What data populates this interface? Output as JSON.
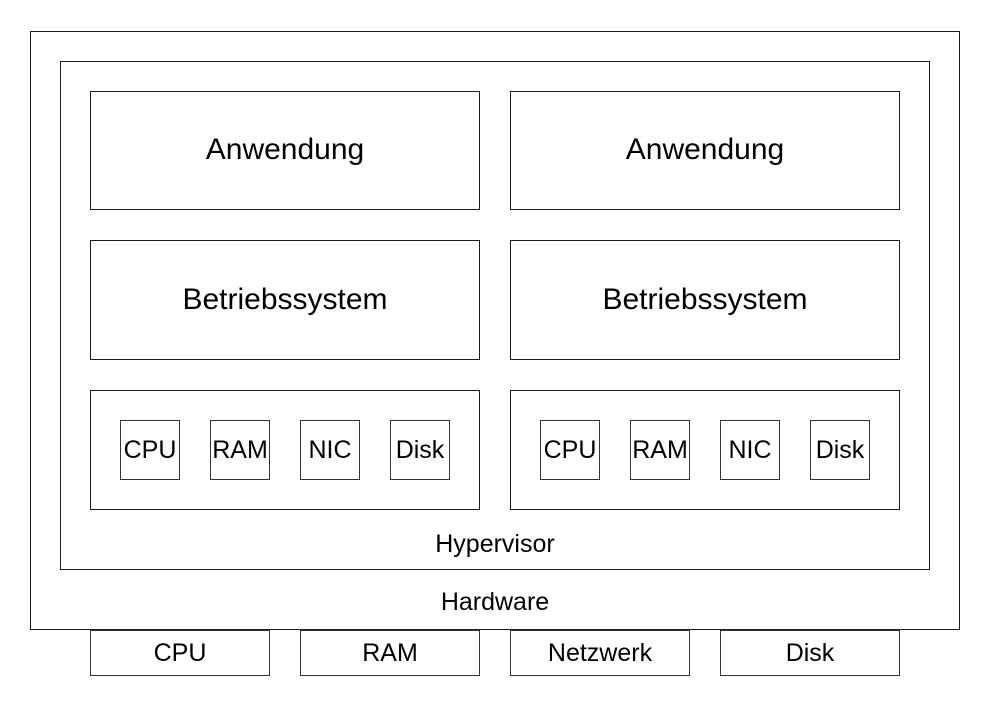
{
  "colors": {
    "background": "#ffffff",
    "border_primary": "#1c1c1c",
    "border_secondary": "#333333",
    "text": "#000000"
  },
  "hardware": {
    "label": "Hardware",
    "hypervisor": {
      "label": "Hypervisor",
      "vms": [
        {
          "application": "Anwendung",
          "os": "Betriebssystem",
          "virtual_devices": [
            "CPU",
            "RAM",
            "NIC",
            "Disk"
          ]
        },
        {
          "application": "Anwendung",
          "os": "Betriebssystem",
          "virtual_devices": [
            "CPU",
            "RAM",
            "NIC",
            "Disk"
          ]
        }
      ]
    },
    "physical_devices": [
      "CPU",
      "RAM",
      "Netzwerk",
      "Disk"
    ]
  }
}
